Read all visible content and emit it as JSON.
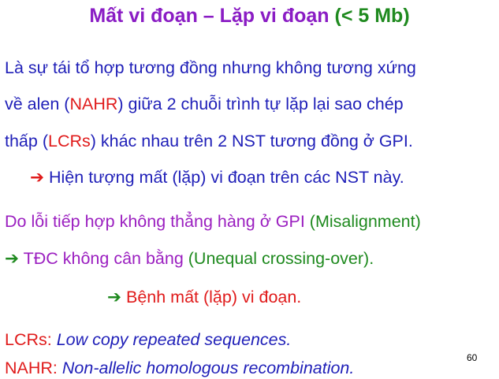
{
  "slide": {
    "title_main": "Mất vi đoạn – Lặp vi đoạn ",
    "title_size": "(< 5 Mb)",
    "para1": {
      "line1": "Là sự tái tổ hợp tương đồng nhưng không tương xứng",
      "line2_a": "về alen (",
      "line2_b": "NAHR",
      "line2_c": ") giữa 2 chuỗi trình tự lặp lại sao chép",
      "line3_a": "thấp (",
      "line3_b": "LCRs",
      "line3_c": ") khác nhau trên 2 NST tương đồng ở GPI.",
      "consequence": "Hiện tượng mất (lặp) vi đoạn trên các NST này."
    },
    "para2": {
      "line1_a": "Do lỗi tiếp hợp không thẳng hàng ở GPI ",
      "line1_b": "(Misalignment)",
      "line2_a": "TĐC không cân bằng ",
      "line2_b": "(Unequal crossing-over).",
      "result": "Bệnh mất (lặp) vi đoạn."
    },
    "glossary": [
      {
        "abbr": "LCRs:",
        "definition": "Low copy repeated sequences."
      },
      {
        "abbr": "NAHR:",
        "definition": "Non-allelic homologous recombination."
      }
    ],
    "page_number": "60",
    "arrow_glyph": "➔"
  }
}
